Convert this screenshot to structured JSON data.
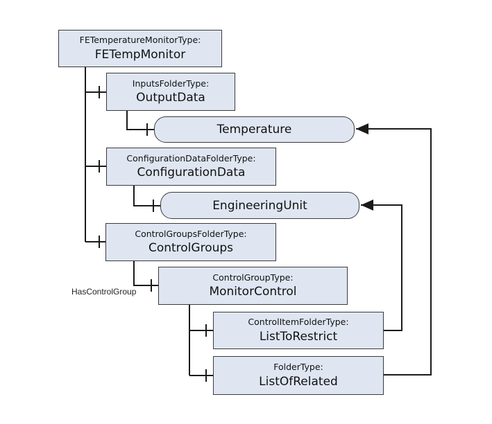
{
  "nodes": {
    "root": {
      "type": "FETemperatureMonitorType:",
      "name": "FETempMonitor"
    },
    "inputs": {
      "type": "InputsFolderType:",
      "name": "OutputData"
    },
    "config": {
      "type": "ConfigurationDataFolderType:",
      "name": "ConfigurationData"
    },
    "groups": {
      "type": "ControlGroupsFolderType:",
      "name": "ControlGroups"
    },
    "group": {
      "type": "ControlGroupType:",
      "name": "MonitorControl"
    },
    "restrict": {
      "type": "ControlItemFolderType:",
      "name": "ListToRestrict"
    },
    "related": {
      "type": "FolderType:",
      "name": "ListOfRelated"
    }
  },
  "variables": {
    "temperature": "Temperature",
    "engineering_unit": "EngineeringUnit"
  },
  "labels": {
    "has_control_group": "HasControlGroup"
  },
  "colors": {
    "node_fill": "#dfe6f2",
    "line": "#1a1a1a"
  }
}
